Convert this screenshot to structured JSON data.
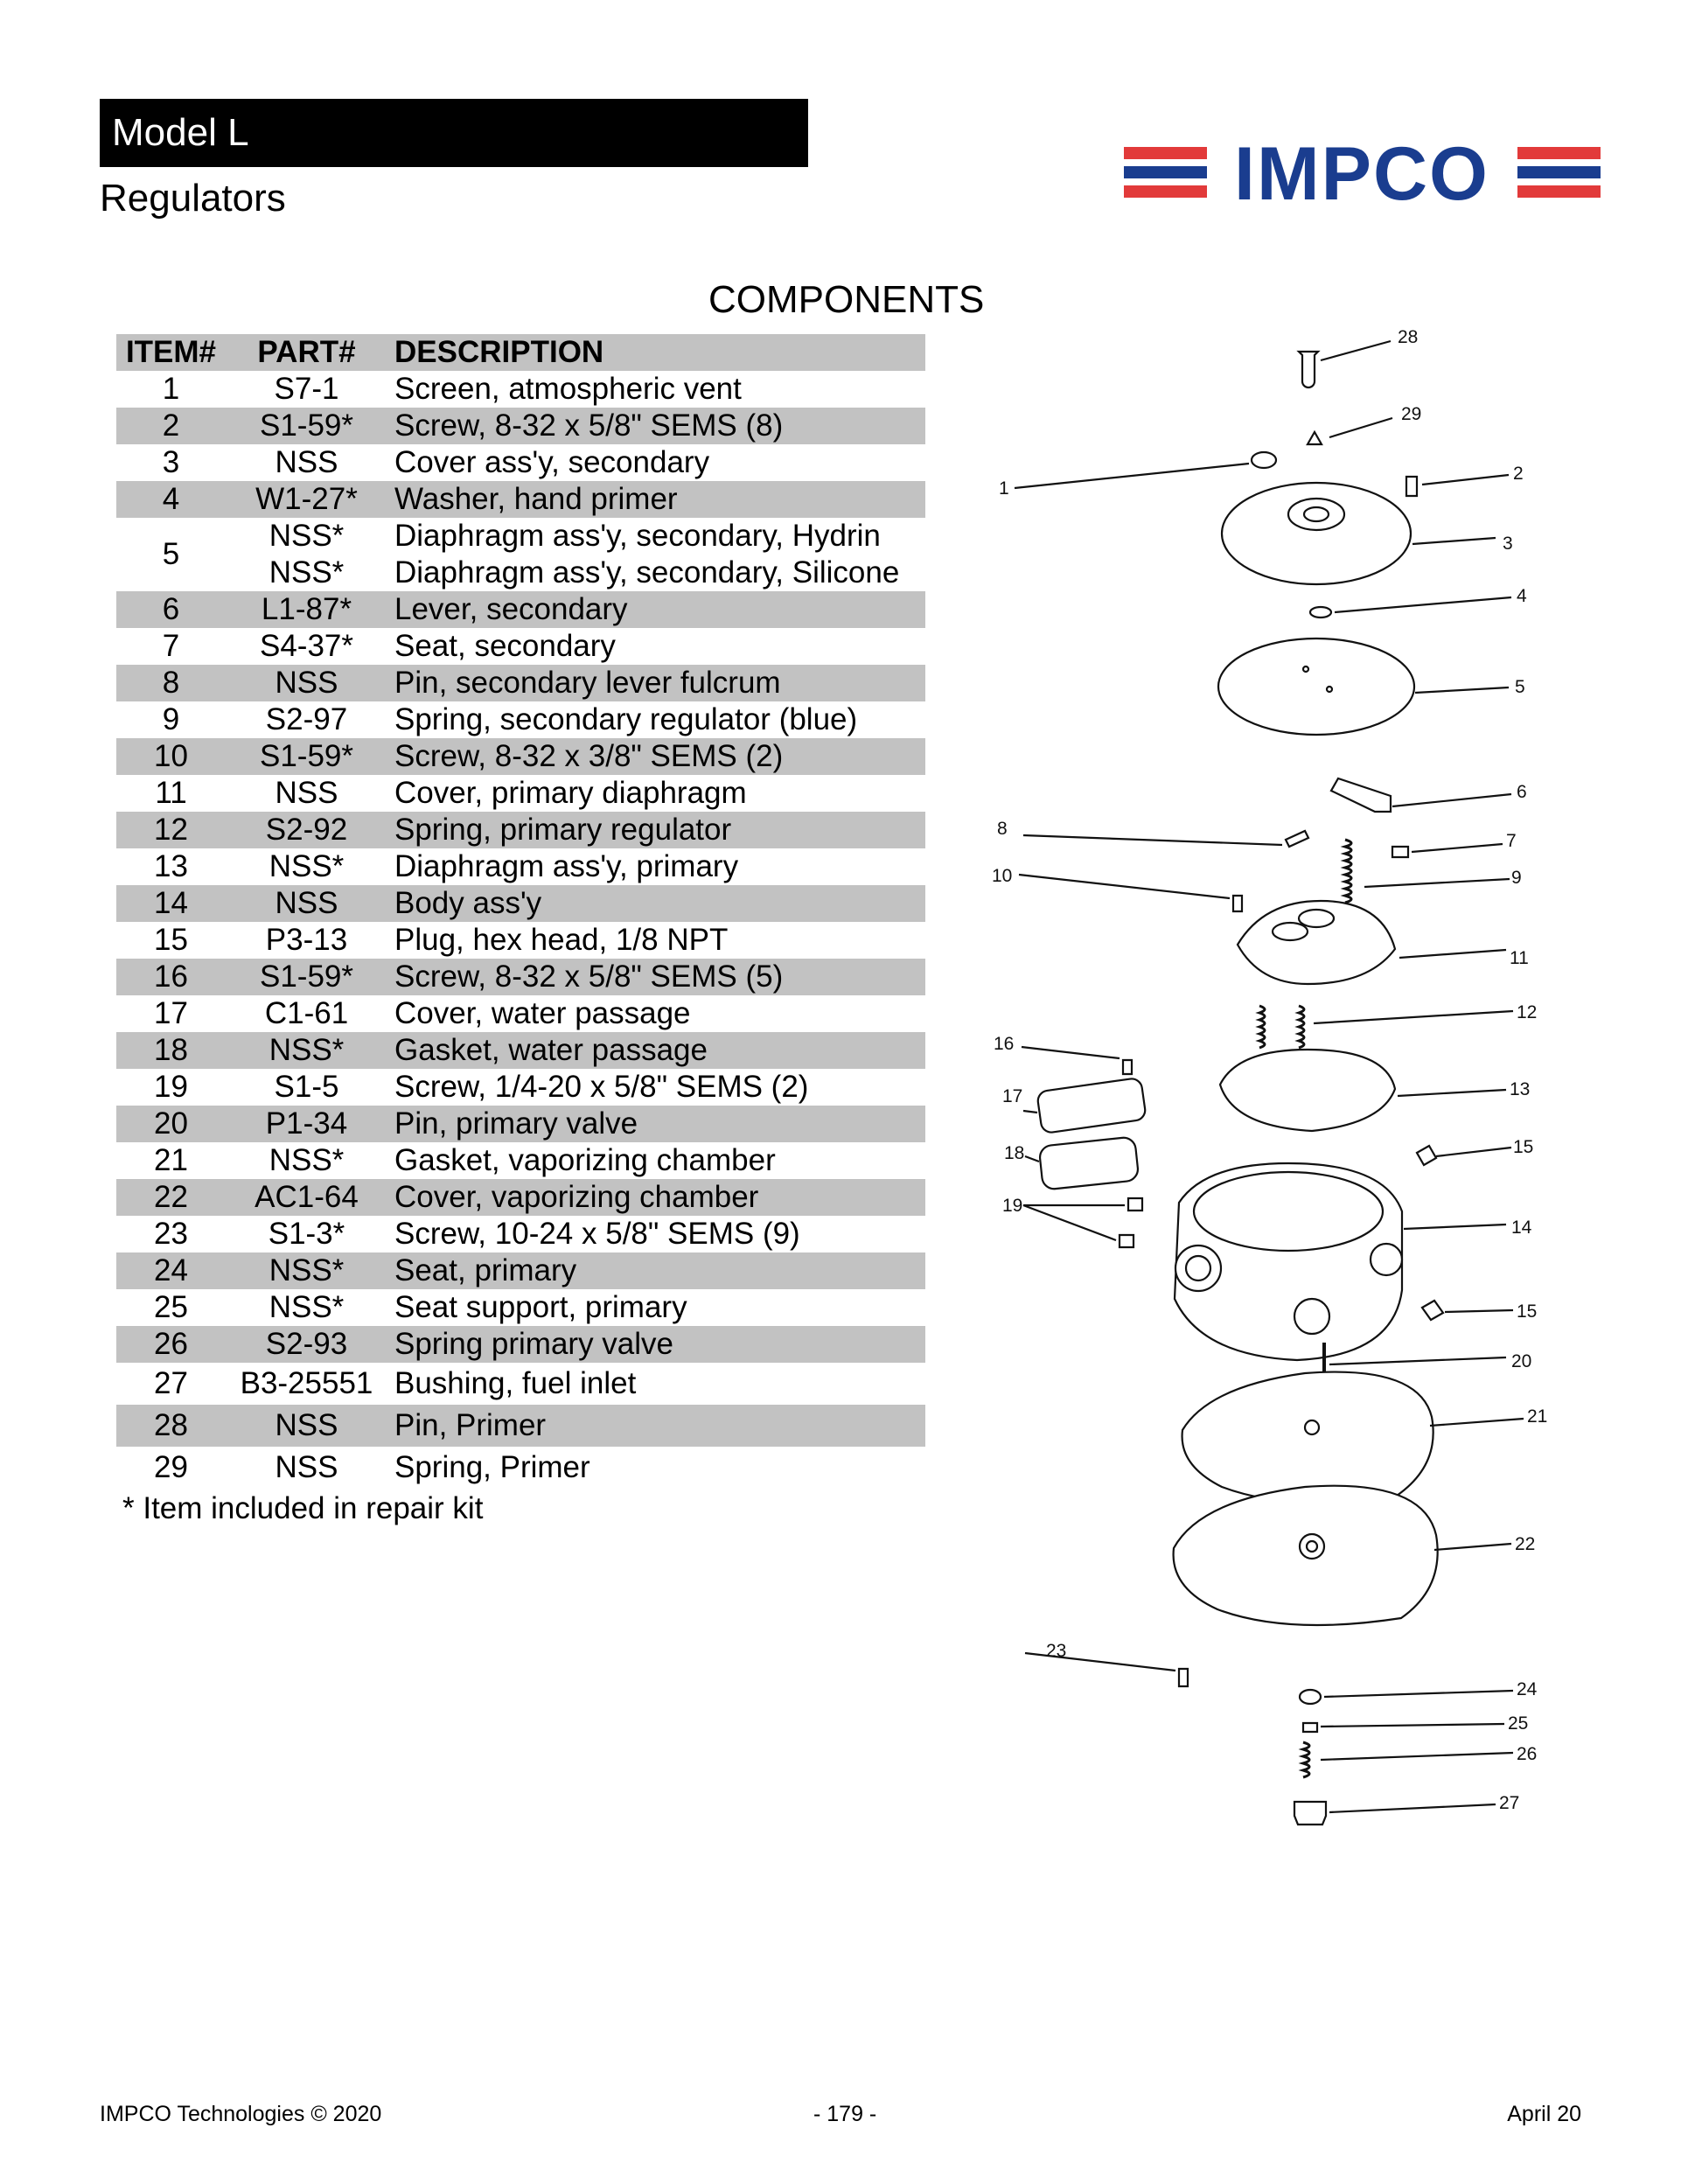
{
  "header": {
    "model": "Model L",
    "subtitle": "Regulators",
    "brand": "IMPCO",
    "brand_colors": {
      "blue": "#1a3d8f",
      "red": "#e23a3a"
    }
  },
  "section_title": "COMPONENTS",
  "table": {
    "columns": [
      "ITEM#",
      "PART#",
      "DESCRIPTION"
    ],
    "rows": [
      {
        "item": "1",
        "part": "S7-1",
        "desc": "Screen, atmospheric vent"
      },
      {
        "item": "2",
        "part": "S1-59*",
        "desc": "Screw, 8-32 x 5/8\" SEMS (8)"
      },
      {
        "item": "3",
        "part": "NSS",
        "desc": "Cover ass'y, secondary"
      },
      {
        "item": "4",
        "part": "W1-27*",
        "desc": "Washer, hand primer"
      },
      {
        "item": "5",
        "part": "NSS*",
        "desc": "Diaphragm ass'y, secondary, Hydrin",
        "part2": "NSS*",
        "desc2": "Diaphragm ass'y, secondary, Silicone"
      },
      {
        "item": "6",
        "part": "L1-87*",
        "desc": "Lever, secondary"
      },
      {
        "item": "7",
        "part": "S4-37*",
        "desc": "Seat, secondary"
      },
      {
        "item": "8",
        "part": "NSS",
        "desc": "Pin, secondary lever fulcrum"
      },
      {
        "item": "9",
        "part": "S2-97",
        "desc": "Spring, secondary regulator (blue)"
      },
      {
        "item": "10",
        "part": "S1-59*",
        "desc": "Screw, 8-32 x 3/8\" SEMS (2)"
      },
      {
        "item": "11",
        "part": "NSS",
        "desc": "Cover, primary diaphragm"
      },
      {
        "item": "12",
        "part": "S2-92",
        "desc": "Spring, primary regulator"
      },
      {
        "item": "13",
        "part": "NSS*",
        "desc": "Diaphragm ass'y, primary"
      },
      {
        "item": "14",
        "part": "NSS",
        "desc": "Body ass'y"
      },
      {
        "item": "15",
        "part": "P3-13",
        "desc": "Plug, hex head, 1/8 NPT"
      },
      {
        "item": "16",
        "part": "S1-59*",
        "desc": "Screw, 8-32 x 5/8\" SEMS (5)"
      },
      {
        "item": "17",
        "part": "C1-61",
        "desc": "Cover, water passage"
      },
      {
        "item": "18",
        "part": "NSS*",
        "desc": "Gasket, water passage"
      },
      {
        "item": "19",
        "part": "S1-5",
        "desc": "Screw, 1/4-20 x 5/8\" SEMS (2)"
      },
      {
        "item": "20",
        "part": "P1-34",
        "desc": "Pin, primary valve"
      },
      {
        "item": "21",
        "part": "NSS*",
        "desc": "Gasket, vaporizing chamber"
      },
      {
        "item": "22",
        "part": "AC1-64",
        "desc": "Cover, vaporizing chamber"
      },
      {
        "item": "23",
        "part": "S1-3*",
        "desc": "Screw, 10-24 x 5/8\" SEMS (9)"
      },
      {
        "item": "24",
        "part": "NSS*",
        "desc": "Seat, primary"
      },
      {
        "item": "25",
        "part": "NSS*",
        "desc": "Seat support, primary"
      },
      {
        "item": "26",
        "part": "S2-93",
        "desc": "Spring primary valve"
      },
      {
        "item": "27",
        "part": "B3-25551",
        "desc": "Bushing, fuel inlet"
      },
      {
        "item": "28",
        "part": "NSS",
        "desc": "Pin, Primer"
      },
      {
        "item": "29",
        "part": "NSS",
        "desc": "Spring, Primer"
      }
    ]
  },
  "note": "* Item included in repair kit",
  "diagram_callouts": [
    "28",
    "29",
    "1",
    "2",
    "3",
    "4",
    "5",
    "6",
    "8",
    "7",
    "10",
    "9",
    "11",
    "12",
    "16",
    "17",
    "13",
    "18",
    "15",
    "19",
    "14",
    "15",
    "20",
    "21",
    "22",
    "23",
    "24",
    "25",
    "26",
    "27"
  ],
  "footer": {
    "left": "IMPCO Technologies © 2020",
    "center": "- 179 -",
    "right": "April 20"
  }
}
